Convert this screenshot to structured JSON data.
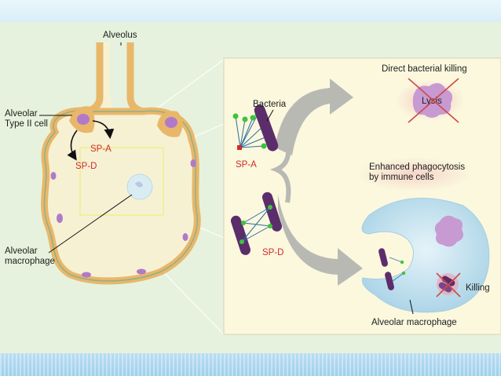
{
  "labels": {
    "alveolus": "Alveolus",
    "type2_line1": "Alveolar",
    "type2_line2": "Type II cell",
    "spa_left": "SP-A",
    "spd_left": "SP-D",
    "macrophage_line1": "Alveolar",
    "macrophage_line2": "macrophage",
    "bacteria": "Bacteria",
    "spa_right": "SP-A",
    "spd_right": "SP-D",
    "direct_killing": "Direct bacterial killing",
    "lysis": "Lysis",
    "phago_line1": "Enhanced phagocytosis",
    "phago_line2": "by immune cells",
    "killing": "Killing",
    "alveolar_macrophage": "Alveolar macrophage"
  },
  "colors": {
    "slide_bg": "#e6f2dd",
    "panel_bg": "#fbf8de",
    "alveolus_fill": "#f7f1d3",
    "epithelium": "#e9b76a",
    "nucleus": "#b07ac9",
    "bacteria": "#5c2d6b",
    "sp_a_head": "#3cc43c",
    "sp_d_head": "#3cc43c",
    "macrophage": "#bfe0ee",
    "label_red": "#d12a2a",
    "cross": "#d14848",
    "arrow": "#b9b9b4"
  },
  "icons": [
    "bacteria-icon",
    "sp-a-molecule-icon",
    "sp-d-molecule-icon",
    "lysis-blob-icon",
    "cross-icon",
    "curved-arrow-icon"
  ]
}
